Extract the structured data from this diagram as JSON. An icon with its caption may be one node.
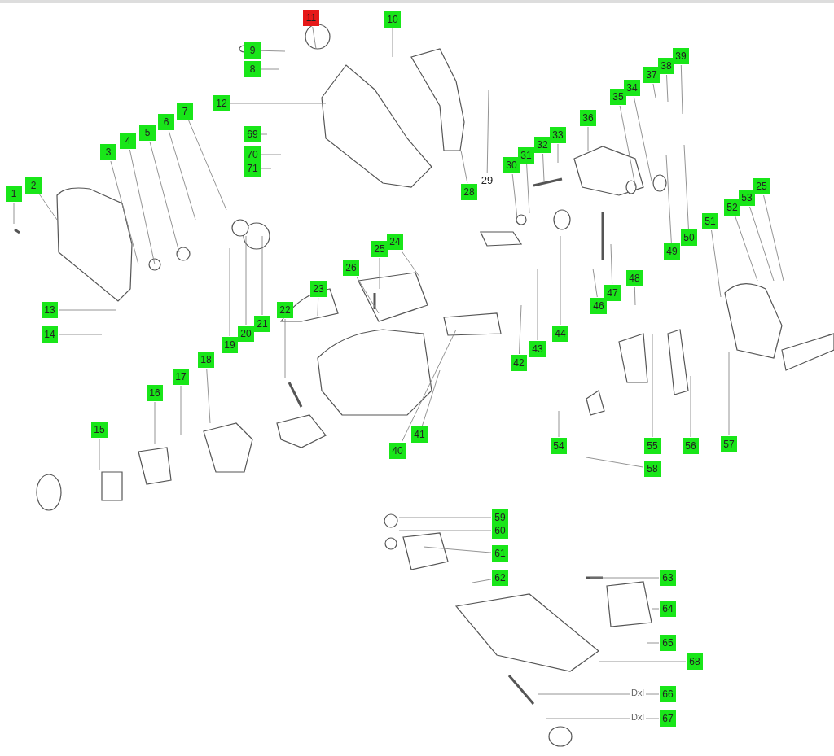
{
  "diagram": {
    "nodes": [
      {
        "text": [
          "1"
        ]
      },
      {
        "text": [
          "2"
        ]
      },
      {
        "text": [
          "3"
        ]
      },
      {
        "text": [
          "4"
        ]
      },
      {
        "text": [
          "5"
        ]
      },
      {
        "text": [
          "6"
        ]
      },
      {
        "text": [
          "7"
        ]
      },
      {
        "text": [
          "9"
        ]
      },
      {
        "text": [
          "8"
        ]
      },
      {
        "text": [
          "12"
        ]
      },
      {
        "text": [
          "69"
        ]
      },
      {
        "text": [
          "70"
        ]
      },
      {
        "text": [
          "71"
        ]
      },
      {
        "text": [
          "11"
        ]
      },
      {
        "text": [
          "10"
        ]
      },
      {
        "text": [
          "28"
        ]
      },
      {
        "text": [
          "29"
        ]
      },
      {
        "text": [
          "30"
        ]
      },
      {
        "text": [
          "31"
        ]
      },
      {
        "text": [
          "32"
        ]
      },
      {
        "text": [
          "33"
        ]
      },
      {
        "text": [
          "36"
        ]
      },
      {
        "text": [
          "35"
        ]
      },
      {
        "text": [
          "34"
        ]
      },
      {
        "text": [
          "37"
        ]
      },
      {
        "text": [
          "38"
        ]
      },
      {
        "text": [
          "39"
        ]
      },
      {
        "text": [
          "13"
        ]
      },
      {
        "text": [
          "14"
        ]
      },
      {
        "text": [
          "25"
        ]
      },
      {
        "text": [
          "24"
        ]
      },
      {
        "text": [
          "26"
        ]
      },
      {
        "text": [
          "23"
        ]
      },
      {
        "text": [
          "22"
        ]
      },
      {
        "text": [
          "21"
        ]
      },
      {
        "text": [
          "20"
        ]
      },
      {
        "text": [
          "19"
        ]
      },
      {
        "text": [
          "18"
        ]
      },
      {
        "text": [
          "17"
        ]
      },
      {
        "text": [
          "16"
        ]
      },
      {
        "text": [
          "15"
        ]
      },
      {
        "text": [
          "41"
        ]
      },
      {
        "text": [
          "40"
        ]
      },
      {
        "text": [
          "42"
        ]
      },
      {
        "text": [
          "43"
        ]
      },
      {
        "text": [
          "44"
        ]
      },
      {
        "text": [
          "46"
        ]
      },
      {
        "text": [
          "47"
        ]
      },
      {
        "text": [
          "48"
        ]
      },
      {
        "text": [
          "49"
        ]
      },
      {
        "text": [
          "50"
        ]
      },
      {
        "text": [
          "51"
        ]
      },
      {
        "text": [
          "52"
        ]
      },
      {
        "text": [
          "53"
        ]
      },
      {
        "text": [
          "25"
        ]
      },
      {
        "text": [
          "54"
        ]
      },
      {
        "text": [
          "55"
        ]
      },
      {
        "text": [
          "56"
        ]
      },
      {
        "text": [
          "57"
        ]
      },
      {
        "text": [
          "58"
        ]
      },
      {
        "text": [
          "59"
        ]
      },
      {
        "text": [
          "60"
        ]
      },
      {
        "text": [
          "61"
        ]
      },
      {
        "text": [
          "62"
        ]
      },
      {
        "text": [
          "63"
        ]
      },
      {
        "text": [
          "64"
        ]
      },
      {
        "text": [
          "65"
        ]
      },
      {
        "text": [
          "68"
        ]
      },
      {
        "text": [
          "66"
        ]
      },
      {
        "text": [
          "67"
        ]
      }
    ],
    "edges": [
      {
        "from": 0,
        "to": null,
        "arrow": "none"
      },
      {
        "from": 1,
        "to": null,
        "arrow": "none"
      },
      {
        "from": 2,
        "to": null,
        "arrow": "none"
      },
      {
        "from": 3,
        "to": null,
        "arrow": "none"
      },
      {
        "from": 4,
        "to": null,
        "arrow": "none"
      },
      {
        "from": 5,
        "to": null,
        "arrow": "none"
      },
      {
        "from": 6,
        "to": null,
        "arrow": "none"
      },
      {
        "from": 7,
        "to": null,
        "arrow": "none"
      },
      {
        "from": 8,
        "to": null,
        "arrow": "none"
      },
      {
        "from": 9,
        "to": null,
        "arrow": "none"
      },
      {
        "from": 10,
        "to": null,
        "arrow": "none"
      },
      {
        "from": 11,
        "to": null,
        "arrow": "none"
      },
      {
        "from": 12,
        "to": null,
        "arrow": "none"
      },
      {
        "from": 13,
        "to": null,
        "arrow": "none"
      },
      {
        "from": 14,
        "to": null,
        "arrow": "none"
      },
      {
        "from": 15,
        "to": null,
        "arrow": "none"
      },
      {
        "from": 16,
        "to": null,
        "arrow": "none"
      },
      {
        "from": 17,
        "to": null,
        "arrow": "none"
      },
      {
        "from": 18,
        "to": null,
        "arrow": "none"
      },
      {
        "from": 19,
        "to": null,
        "arrow": "none"
      },
      {
        "from": 20,
        "to": null,
        "arrow": "none"
      },
      {
        "from": 21,
        "to": null,
        "arrow": "none"
      },
      {
        "from": 22,
        "to": null,
        "arrow": "none"
      },
      {
        "from": 23,
        "to": null,
        "arrow": "none"
      },
      {
        "from": 24,
        "to": null,
        "arrow": "none"
      },
      {
        "from": 25,
        "to": null,
        "arrow": "none"
      },
      {
        "from": 26,
        "to": null,
        "arrow": "none"
      },
      {
        "from": 27,
        "to": null,
        "arrow": "none"
      },
      {
        "from": 28,
        "to": null,
        "arrow": "none"
      },
      {
        "from": 29,
        "to": null,
        "arrow": "none"
      },
      {
        "from": 30,
        "to": null,
        "arrow": "none"
      },
      {
        "from": 31,
        "to": null,
        "arrow": "none"
      },
      {
        "from": 32,
        "to": null,
        "arrow": "none"
      },
      {
        "from": 33,
        "to": null,
        "arrow": "none"
      },
      {
        "from": 34,
        "to": null,
        "arrow": "none"
      },
      {
        "from": 35,
        "to": null,
        "arrow": "none"
      },
      {
        "from": 36,
        "to": null,
        "arrow": "none"
      },
      {
        "from": 37,
        "to": null,
        "arrow": "none"
      },
      {
        "from": 38,
        "to": null,
        "arrow": "none"
      },
      {
        "from": 39,
        "to": null,
        "arrow": "none"
      },
      {
        "from": 40,
        "to": null,
        "arrow": "none"
      },
      {
        "from": 41,
        "to": null,
        "arrow": "none"
      },
      {
        "from": 42,
        "to": null,
        "arrow": "none"
      },
      {
        "from": 43,
        "to": null,
        "arrow": "none"
      },
      {
        "from": 44,
        "to": null,
        "arrow": "none"
      },
      {
        "from": 45,
        "to": null,
        "arrow": "none"
      },
      {
        "from": 46,
        "to": null,
        "arrow": "none"
      },
      {
        "from": 47,
        "to": null,
        "arrow": "none"
      },
      {
        "from": 48,
        "to": null,
        "arrow": "none"
      },
      {
        "from": 49,
        "to": null,
        "arrow": "none"
      },
      {
        "from": 50,
        "to": null,
        "arrow": "none"
      },
      {
        "from": 51,
        "to": null,
        "arrow": "none"
      },
      {
        "from": 52,
        "to": null,
        "arrow": "none"
      },
      {
        "from": 53,
        "to": null,
        "arrow": "none"
      },
      {
        "from": 54,
        "to": null,
        "arrow": "none"
      },
      {
        "from": 55,
        "to": null,
        "arrow": "none"
      },
      {
        "from": 56,
        "to": null,
        "arrow": "none"
      },
      {
        "from": 57,
        "to": null,
        "arrow": "none"
      },
      {
        "from": 58,
        "to": null,
        "arrow": "none"
      },
      {
        "from": 59,
        "to": null,
        "arrow": "none"
      },
      {
        "from": 60,
        "to": null,
        "arrow": "none"
      },
      {
        "from": 61,
        "to": null,
        "arrow": "none"
      },
      {
        "from": 62,
        "to": null,
        "arrow": "none"
      },
      {
        "from": 63,
        "to": null,
        "arrow": "none"
      },
      {
        "from": 64,
        "to": null,
        "arrow": "none"
      },
      {
        "from": 65,
        "to": null,
        "arrow": "none"
      },
      {
        "from": 66,
        "to": null,
        "arrow": "none"
      },
      {
        "from": 67,
        "to": null,
        "arrow": "none"
      },
      {
        "from": 68,
        "to": null,
        "arrow": "none"
      },
      {
        "from": 69,
        "to": null,
        "arrow": "none"
      }
    ],
    "labels": [
      "Dxl",
      "Dxl"
    ]
  }
}
